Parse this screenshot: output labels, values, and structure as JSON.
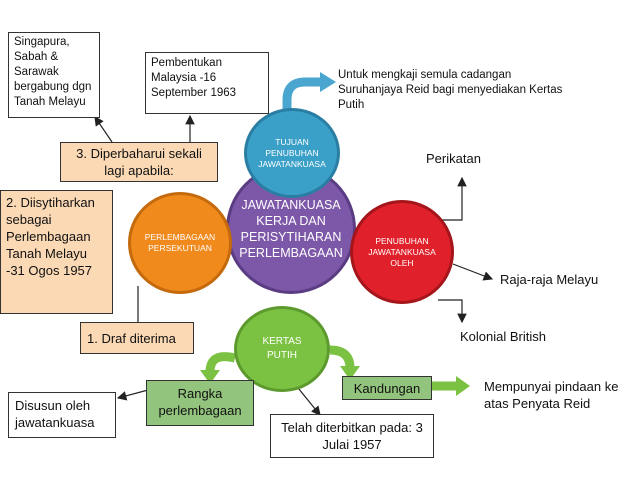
{
  "center": {
    "title": "JAWATANKUASA KERJA DAN PERISYTIHARAN PERLEMBAGAAN"
  },
  "nodes": {
    "top": "TUJUAN PENUBUHAN JAWATANKUASA",
    "left": "PERLEMBAGAAN PERSEKUTUAN",
    "right": "PENUBUHAN JAWATANKUASA OLEH",
    "bottom": "KERTAS PUTIH"
  },
  "labels": {
    "singapura": "Singapura, Sabah & Sarawak bergabung dgn Tanah Melayu",
    "pembentukan": "Pembentukan Malaysia -16 September 1963",
    "tujuan_text": "Untuk mengkaji semula cadangan Suruhanjaya Reid bagi menyediakan Kertas Putih",
    "diperbaharui": "3. Diperbaharui sekali lagi apabila:",
    "diisytiharkan": "2. Diisytiharkan sebagai Perlembagaan Tanah Melayu -31 Ogos 1957",
    "draf": "1. Draf diterima",
    "perikatan": "Perikatan",
    "raja": "Raja-raja Melayu",
    "kolonial": "Kolonial British",
    "rangka": "Rangka perlembagaan",
    "kandungan": "Kandungan",
    "disusun": "Disusun oleh jawatankuasa",
    "diterbitkan": "Telah diterbitkan pada: 3 Julai 1957",
    "pindaan": "Mempunyai pindaan ke atas Penyata Reid"
  },
  "colors": {
    "center": "#7d57a8",
    "top": "#3aa0c8",
    "left": "#f08a1c",
    "right": "#e0202a",
    "bottom": "#7cc242",
    "arrow_blue": "#4aa6cf",
    "arrow_green": "#7cc242"
  }
}
